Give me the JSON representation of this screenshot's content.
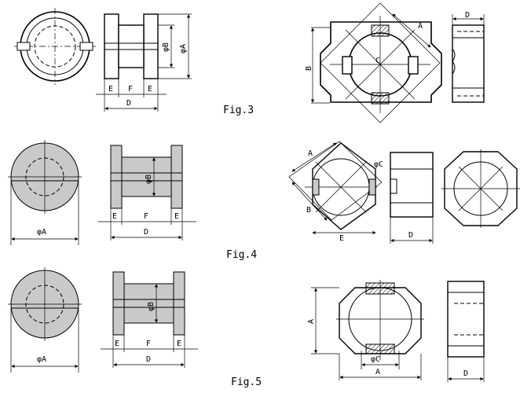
{
  "figures": {
    "fig3": "Fig.3",
    "fig4": "Fig.4",
    "fig5": "Fig.5"
  },
  "labels": {
    "phiA": "φA",
    "phiB": "φB",
    "phiC": "φC",
    "A": "A",
    "B": "B",
    "C": "C",
    "D": "D",
    "E": "E",
    "F": "F"
  }
}
